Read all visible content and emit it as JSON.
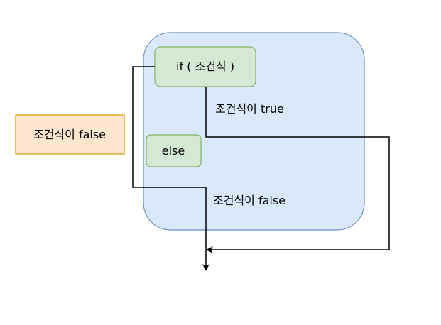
{
  "diagram": {
    "nodes": {
      "if_node": {
        "label": "if ( 조건식 )"
      },
      "else_node": {
        "label": "else"
      },
      "false_note": {
        "label": "조건식이 false"
      }
    },
    "edge_labels": {
      "true_label": "조건식이 true",
      "false_label": "조건식이 false"
    }
  },
  "colors": {
    "container_fill": "#dae8fc",
    "container_stroke": "#6c8ebf",
    "green_fill": "#d5e8d4",
    "green_stroke": "#82b366",
    "orange_fill": "#ffe6cc",
    "orange_stroke": "#d79b00",
    "edge": "#000000"
  }
}
